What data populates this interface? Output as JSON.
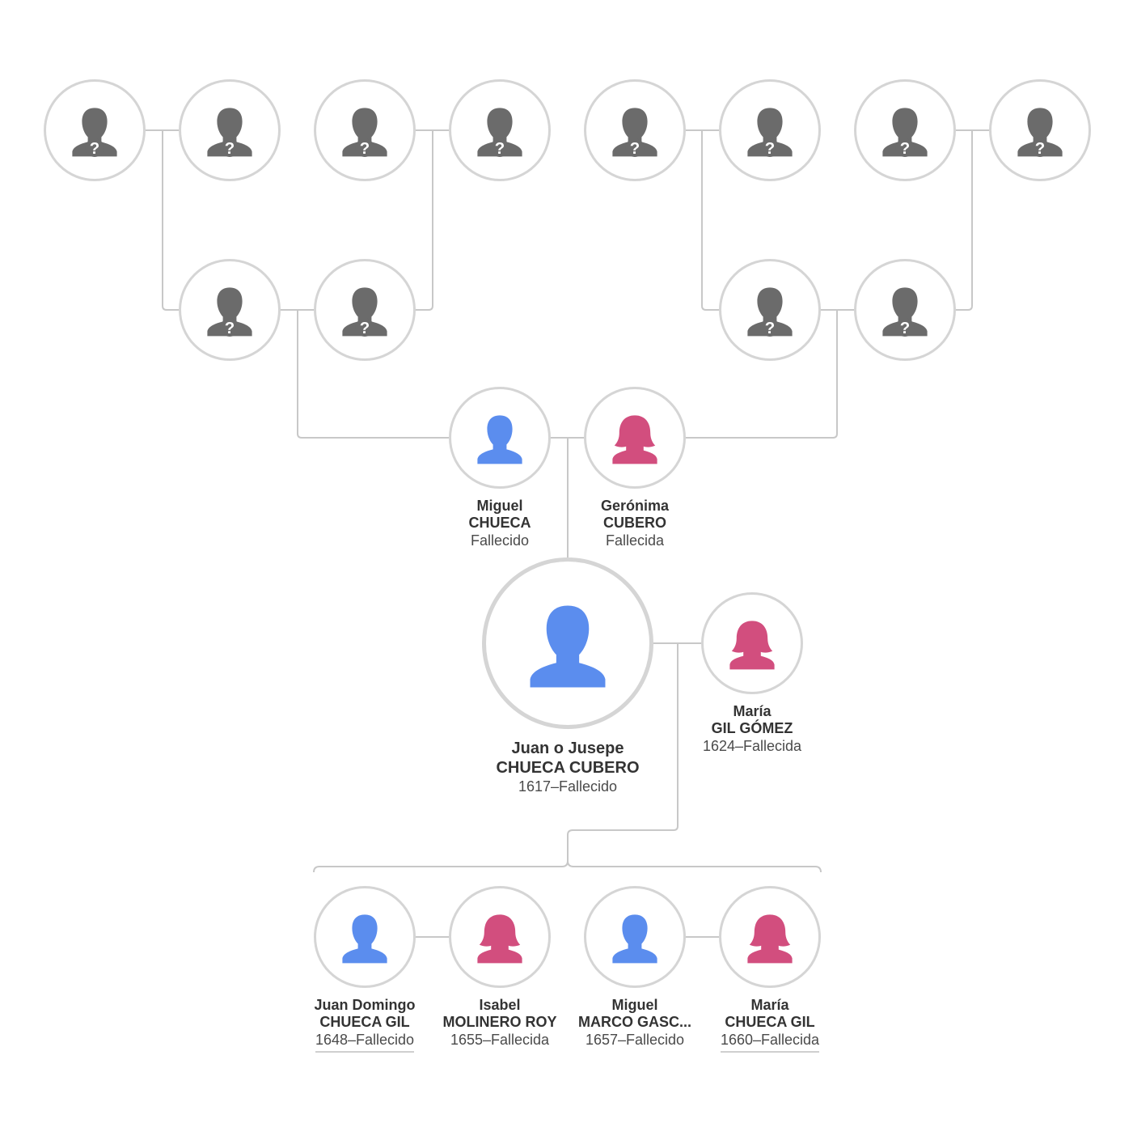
{
  "colors": {
    "male": "#5b8dee",
    "female": "#d24e7e",
    "unknown": "#6b6b6b",
    "ring": "#d5d5d5",
    "line": "#c8c8c8"
  },
  "unknown_glyph": "?",
  "ancestors_unknown": [
    {
      "id": "gg1",
      "gender": "unknown",
      "icon": "unknown-person-icon"
    },
    {
      "id": "gg2",
      "gender": "unknown",
      "icon": "unknown-person-icon"
    },
    {
      "id": "gg3",
      "gender": "unknown",
      "icon": "unknown-person-icon"
    },
    {
      "id": "gg4",
      "gender": "unknown",
      "icon": "unknown-person-icon"
    },
    {
      "id": "gg5",
      "gender": "unknown",
      "icon": "unknown-person-icon"
    },
    {
      "id": "gg6",
      "gender": "unknown",
      "icon": "unknown-person-icon"
    },
    {
      "id": "gg7",
      "gender": "unknown",
      "icon": "unknown-person-icon"
    },
    {
      "id": "gg8",
      "gender": "unknown",
      "icon": "unknown-person-icon"
    },
    {
      "id": "gp1",
      "gender": "unknown",
      "icon": "unknown-person-icon"
    },
    {
      "id": "gp2",
      "gender": "unknown",
      "icon": "unknown-person-icon"
    },
    {
      "id": "gp3",
      "gender": "unknown",
      "icon": "unknown-person-icon"
    },
    {
      "id": "gp4",
      "gender": "unknown",
      "icon": "unknown-person-icon"
    }
  ],
  "people": {
    "father": {
      "given": "Miguel",
      "surname": "CHUECA",
      "dates": "Fallecido",
      "gender": "male",
      "icon": "male-person-icon"
    },
    "mother": {
      "given": "Gerónima",
      "surname": "CUBERO",
      "dates": "Fallecida",
      "gender": "female",
      "icon": "female-person-icon"
    },
    "focus": {
      "given": "Juan o Jusepe",
      "surname": "CHUECA CUBERO",
      "dates": "1617–Fallecido",
      "gender": "male",
      "icon": "male-person-icon"
    },
    "spouse": {
      "given": "María",
      "surname": "GIL GÓMEZ",
      "dates": "1624–Fallecida",
      "gender": "female",
      "icon": "female-person-icon"
    }
  },
  "children": [
    {
      "given": "Juan Domingo",
      "surname": "CHUECA GIL",
      "dates": "1648–Fallecido",
      "gender": "male",
      "icon": "male-person-icon",
      "underlined": true
    },
    {
      "given": "Isabel",
      "surname": "MOLINERO ROY",
      "dates": "1655–Fallecida",
      "gender": "female",
      "icon": "female-person-icon",
      "underlined": false
    },
    {
      "given": "Miguel",
      "surname": "MARCO GASC...",
      "dates": "1657–Fallecido",
      "gender": "male",
      "icon": "male-person-icon",
      "underlined": false
    },
    {
      "given": "María",
      "surname": "CHUECA GIL",
      "dates": "1660–Fallecida",
      "gender": "female",
      "icon": "female-person-icon",
      "underlined": true
    }
  ]
}
